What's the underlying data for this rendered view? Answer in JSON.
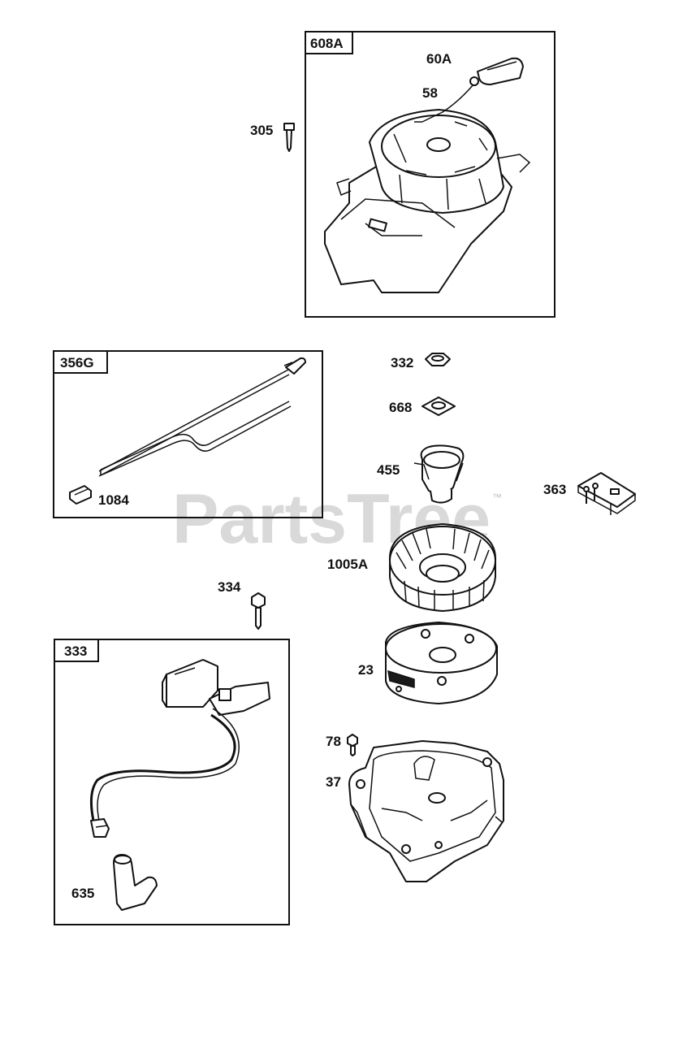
{
  "watermark": {
    "text": "PartsTree",
    "trademark": "™"
  },
  "groups": [
    {
      "id": "608A",
      "label": "608A"
    },
    {
      "id": "356G",
      "label": "356G"
    },
    {
      "id": "333",
      "label": "333"
    }
  ],
  "parts": {
    "p60A": "60A",
    "p58": "58",
    "p305": "305",
    "p332": "332",
    "p668": "668",
    "p455": "455",
    "p363": "363",
    "p1084": "1084",
    "p1005A": "1005A",
    "p334": "334",
    "p23": "23",
    "p78": "78",
    "p37": "37",
    "p635": "635"
  },
  "colors": {
    "line": "#111111",
    "background": "#ffffff",
    "watermark": "#d9d9d9"
  }
}
